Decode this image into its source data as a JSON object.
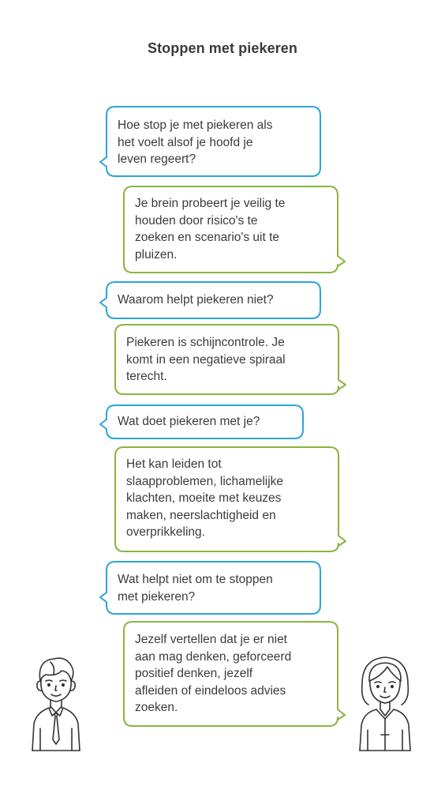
{
  "title": "Stoppen met piekeren",
  "colors": {
    "question_border": "#2aa5d8",
    "answer_border": "#8ab53f",
    "text": "#3b3b3b",
    "figure_stroke": "#333333"
  },
  "conversation": [
    {
      "role": "question",
      "lines": [
        "Hoe stop je met piekeren als",
        "het voelt alsof je hoofd je",
        "leven regeert?"
      ]
    },
    {
      "role": "answer",
      "lines": [
        "Je brein probeert je veilig te",
        "houden door risico's te",
        "zoeken en scenario's uit te",
        "pluizen."
      ]
    },
    {
      "role": "question",
      "lines": [
        "Waarom helpt piekeren niet?"
      ]
    },
    {
      "role": "answer",
      "lines": [
        "Piekeren is schijncontrole. Je",
        "komt in een negatieve spiraal",
        "terecht."
      ]
    },
    {
      "role": "question",
      "lines": [
        "Wat doet piekeren met je?"
      ]
    },
    {
      "role": "answer",
      "lines": [
        "Het kan leiden tot",
        "slaapproblemen, lichamelijke",
        "klachten, moeite met keuzes",
        "maken, neerslachtigheid en",
        "overprikkeling."
      ]
    },
    {
      "role": "question",
      "lines": [
        "Wat helpt niet om te stoppen",
        "met piekeren?"
      ]
    },
    {
      "role": "answer",
      "lines": [
        "Jezelf vertellen dat je er niet",
        "aan mag denken, geforceerd",
        "positief denken, jezelf",
        "afleiden of eindeloos advies",
        "zoeken."
      ]
    }
  ],
  "figures": {
    "left": "man-icon",
    "right": "woman-icon"
  }
}
